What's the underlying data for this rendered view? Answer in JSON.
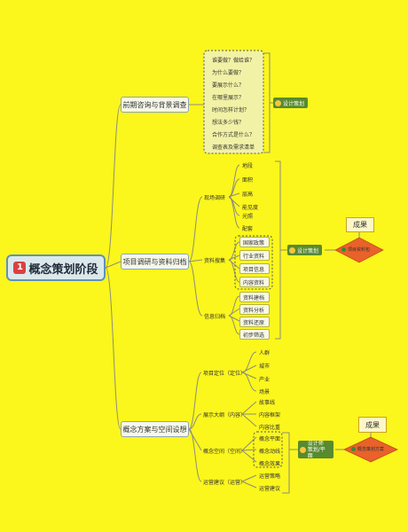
{
  "root": {
    "num": "1",
    "label": "概念策划阶段"
  },
  "branches": [
    {
      "label": "前期咨询与背景调查",
      "items": [
        "谁要做？做给谁？",
        "为什么要做？",
        "要展示什么？",
        "在哪里展示？",
        "时间怎样计划？",
        "想法多少钱？",
        "合作方式是什么？",
        "调查表及需求清单"
      ],
      "tag": "设计策划"
    },
    {
      "label": "项目调研与资料归档",
      "groups": [
        {
          "label": "现场调研",
          "items": [
            "地段",
            "面积",
            "层高",
            "能见度",
            "光照",
            "配套"
          ]
        },
        {
          "label": "资料搜集",
          "items": [
            "国家政策",
            "行业资料",
            "项目信息",
            "内容资料"
          ]
        },
        {
          "label": "信息归档",
          "items": [
            "资料建档",
            "资料分析",
            "资料还原",
            "初步筛选"
          ]
        }
      ],
      "tag": "设计策划",
      "result": "成果",
      "result_item": "项目资料包"
    },
    {
      "label": "概念方案与空间设想",
      "groups": [
        {
          "label": "项目定位（定位）",
          "items": [
            "人群",
            "城市",
            "产业",
            "场景"
          ]
        },
        {
          "label": "展示大纲（内容）",
          "items": [
            "故事线",
            "内容框架",
            "内容比重"
          ]
        },
        {
          "label": "概念空间（空间）",
          "items": [
            "概念平面",
            "概念动线",
            "概念效果"
          ]
        },
        {
          "label": "运营建议（运营）",
          "items": [
            "运营策略",
            "运营建议"
          ]
        }
      ],
      "tag_line1": "设计师",
      "tag_line2": "策划/平面",
      "result": "成果",
      "result_item": "概念策划方案"
    }
  ],
  "colors": {
    "background": "#fbf61c",
    "line": "#8a8a8a",
    "tag": "#588a2e",
    "diamond": "#e8622a",
    "root_border": "#5d93b5"
  }
}
